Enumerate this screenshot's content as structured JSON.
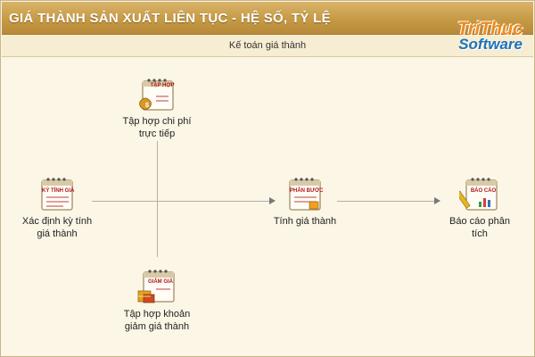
{
  "window": {
    "title": "GIÁ THÀNH SẢN XUẤT LIÊN TỤC - HỆ SỐ, TỶ LỆ",
    "subtitle": "Kế toán giá thành"
  },
  "logo": {
    "line1": "TriThuc",
    "line2": "Software"
  },
  "nodes": {
    "direct_costs": {
      "icon_text": "TẬP HỢP",
      "label_line1": "Tập hợp chi phí",
      "label_line2": "trực tiếp"
    },
    "period": {
      "icon_text": "KỲ TÍNH GIÁ",
      "label_line1": "Xác định kỳ tính",
      "label_line2": "giá thành"
    },
    "calculate": {
      "icon_text": "PHÂN BƯỚC",
      "label_line1": "Tính giá thành",
      "label_line2": ""
    },
    "report": {
      "icon_text": "BÁO CÁO",
      "label_line1": "Báo cáo phân",
      "label_line2": "tích"
    },
    "reductions": {
      "icon_text": "GIẢM GIÁ",
      "label_line1": "Tập hợp khoản",
      "label_line2": "giảm giá thành"
    }
  },
  "colors": {
    "title_bar": "#c69a45",
    "background": "#fbf6e6",
    "icon_text": "#b01818",
    "logo_orange": "#f08a1c",
    "logo_blue": "#1c73b8"
  }
}
